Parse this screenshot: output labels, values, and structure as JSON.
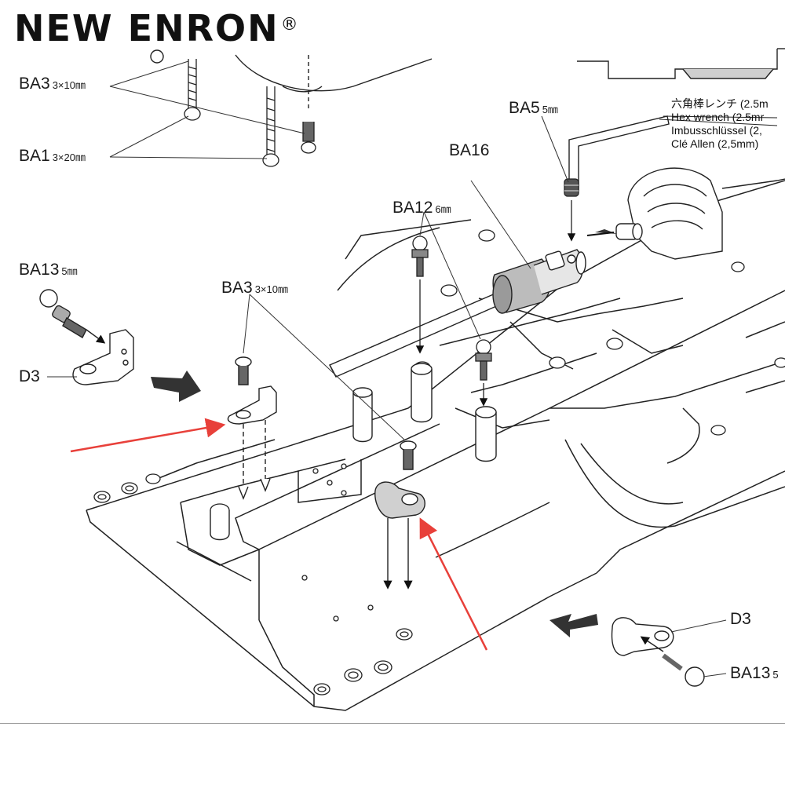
{
  "brand": {
    "name": "NEW ENRON",
    "mark": "®"
  },
  "parts": {
    "ba3_top": {
      "code": "BA3",
      "size": "3×10㎜"
    },
    "ba1": {
      "code": "BA1",
      "size": "3×20㎜"
    },
    "ba5": {
      "code": "BA5",
      "size": "5㎜"
    },
    "ba16": {
      "code": "BA16"
    },
    "ba12": {
      "code": "BA12",
      "size": "6㎜"
    },
    "ba13_left": {
      "code": "BA13",
      "size": "5㎜"
    },
    "ba3_mid": {
      "code": "BA3",
      "size": "3×10㎜"
    },
    "d3_left": {
      "code": "D3"
    },
    "d3_right": {
      "code": "D3"
    },
    "ba13_right": {
      "code": "BA13",
      "size": "5"
    }
  },
  "wrench": {
    "line1": "六角棒レンチ (2.5m",
    "line2": "Hex wrench (2.5mr",
    "line3": "Imbusschlüssel (2,",
    "line4": "Clé Allen (2,5mm)"
  },
  "colors": {
    "ink": "#1a1a1a",
    "callout_arrow": "#e8403a",
    "divider": "#9a9a9a"
  }
}
